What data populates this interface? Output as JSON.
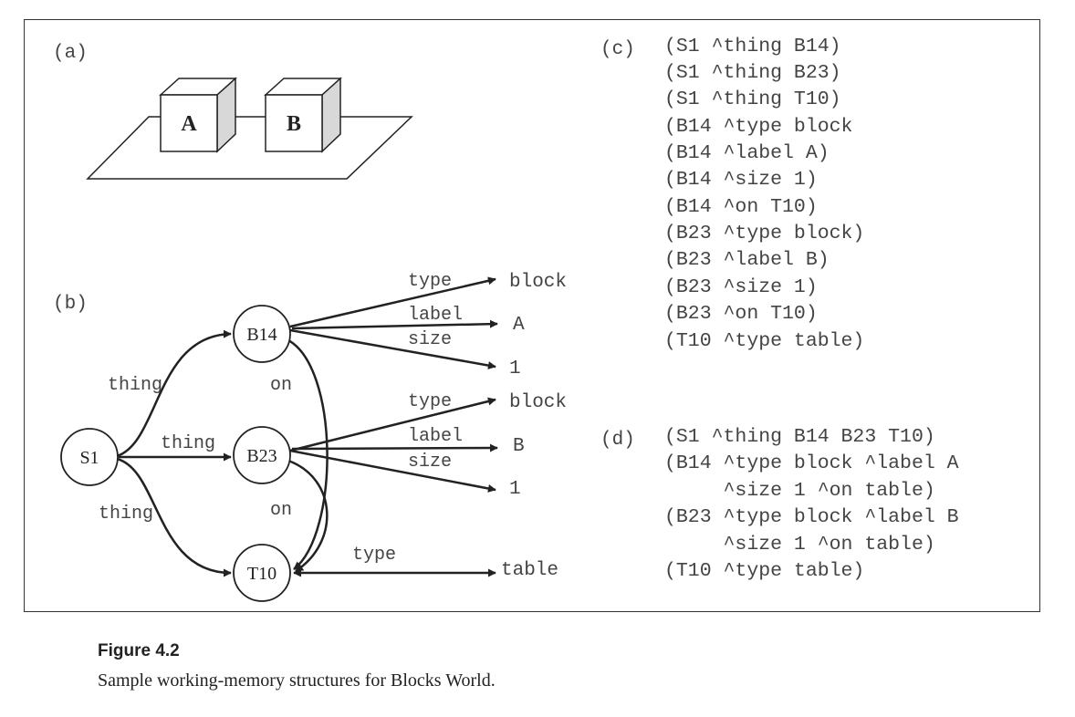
{
  "panels": {
    "a": "(a)",
    "b": "(b)",
    "c": "(c)",
    "d": "(d)"
  },
  "blocks_scene": {
    "block_a": "A",
    "block_b": "B"
  },
  "graph": {
    "nodes": {
      "s1": "S1",
      "b14": "B14",
      "b23": "B23",
      "t10": "T10"
    },
    "edge_labels": {
      "s1_b14": "thing",
      "s1_b23": "thing",
      "s1_t10": "thing",
      "b14_type": "type",
      "b14_label": "label",
      "b14_size": "size",
      "b14_on": "on",
      "b23_type": "type",
      "b23_label": "label",
      "b23_size": "size",
      "b23_on": "on",
      "t10_type": "type"
    },
    "values": {
      "b14_type": "block",
      "b14_label": "A",
      "b14_size": "1",
      "b23_type": "block",
      "b23_label": "B",
      "b23_size": "1",
      "t10_type": "table"
    }
  },
  "panel_c_lines": [
    "(S1 ^thing B14)",
    "(S1 ^thing B23)",
    "(S1 ^thing T10)",
    "(B14 ^type block",
    "(B14 ^label A)",
    "(B14 ^size 1)",
    "(B14 ^on T10)",
    "(B23 ^type block)",
    "(B23 ^label B)",
    "(B23 ^size 1)",
    "(B23 ^on T10)",
    "(T10 ^type table)"
  ],
  "panel_d_lines": [
    "(S1 ^thing B14 B23 T10)",
    "(B14 ^type block ^label A",
    "     ^size 1 ^on table)",
    "(B23 ^type block ^label B",
    "     ^size 1 ^on table)",
    "(T10 ^type table)"
  ],
  "caption": {
    "title": "Figure 4.2",
    "text": "Sample working-memory structures for Blocks World."
  }
}
